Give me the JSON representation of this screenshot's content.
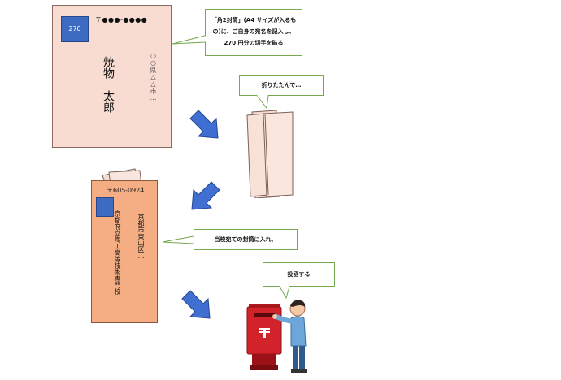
{
  "envelope_return": {
    "stamp_value": "270",
    "postal_code": "〒●●●-●●●●",
    "recipient_name": "焼物　太郎",
    "recipient_address": "○○県△△市…"
  },
  "envelope_school": {
    "postal_code": "〒605-0924",
    "destination_address": "京都市東山区…",
    "destination_name": "京都府立陶工高等技術専門校"
  },
  "bubbles": {
    "step1": "「角2封筒」(A4 サイズが入るもの)に、ご自身の宛名を記入し、270 円分の切手を貼る",
    "step2": "折りたたんで…",
    "step3": "当校宛ての封筒に入れ、",
    "step4": "投函する"
  },
  "colors": {
    "arrow": "#3f6fd0",
    "bubble_border": "#76a84d",
    "envelope_pink": "#f8dcd2",
    "envelope_orange": "#f5ae84",
    "stamp_blue": "#3d6bc1",
    "mailbox_red": "#d2232a"
  },
  "icons": [
    "down-arrow-icon",
    "mailbox-icon",
    "person-icon",
    "folded-letter-icon"
  ]
}
